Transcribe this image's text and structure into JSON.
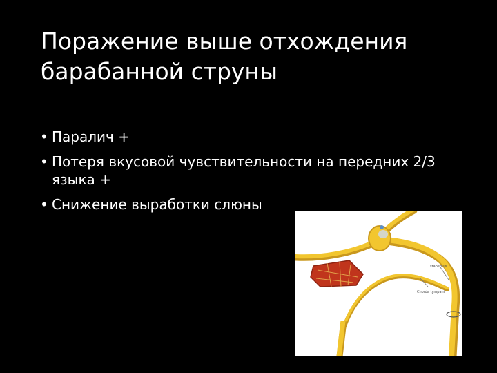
{
  "slide": {
    "title_line1": "Поражение выше отхождения",
    "title_line2": "барабанной струны",
    "bullet_symbol": "•",
    "bullets": [
      "Паралич  +",
      "Потеря вкусовой чувствительности на передних 2/3 языка +",
      "Снижение выработки слюны"
    ],
    "colors": {
      "background": "#000000",
      "text": "#ffffff",
      "nerve": "#f2c62f",
      "tongue_tissue": "#c0351c"
    },
    "figure": {
      "label_stapedius": "stapedius",
      "label_chorda": "Chorda tympani"
    }
  }
}
